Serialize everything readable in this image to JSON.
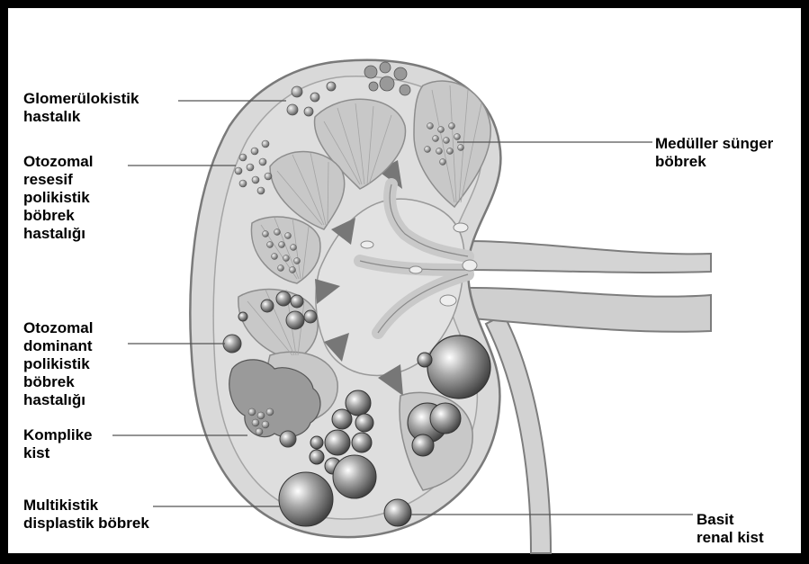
{
  "labels": {
    "glomerulocystic": "Glomerülokistik\nhastalık",
    "arpkd": "Otozomal\nresesif\npolikistik\nböbrek\nhastalığı",
    "adpkd": "Otozomal\ndominant\npolikistik\nböbrek\nhastalığı",
    "complex_cyst": "Komplike\nkist",
    "multicystic": "Multikistik\ndisplastik böbrek",
    "medullary_sponge": "Medüller sünger\nböbrek",
    "simple_cyst": "Basit\nrenal kist"
  },
  "colors": {
    "kidney_fill": "#d7d7d7",
    "cortex_outline": "#8a8a8a",
    "pyramid_fill": "#c4c4c4",
    "sinus_dark": "#7a7a7a",
    "cyst": "#8c8c8c",
    "background": "#ffffff",
    "frame": "#000000"
  }
}
